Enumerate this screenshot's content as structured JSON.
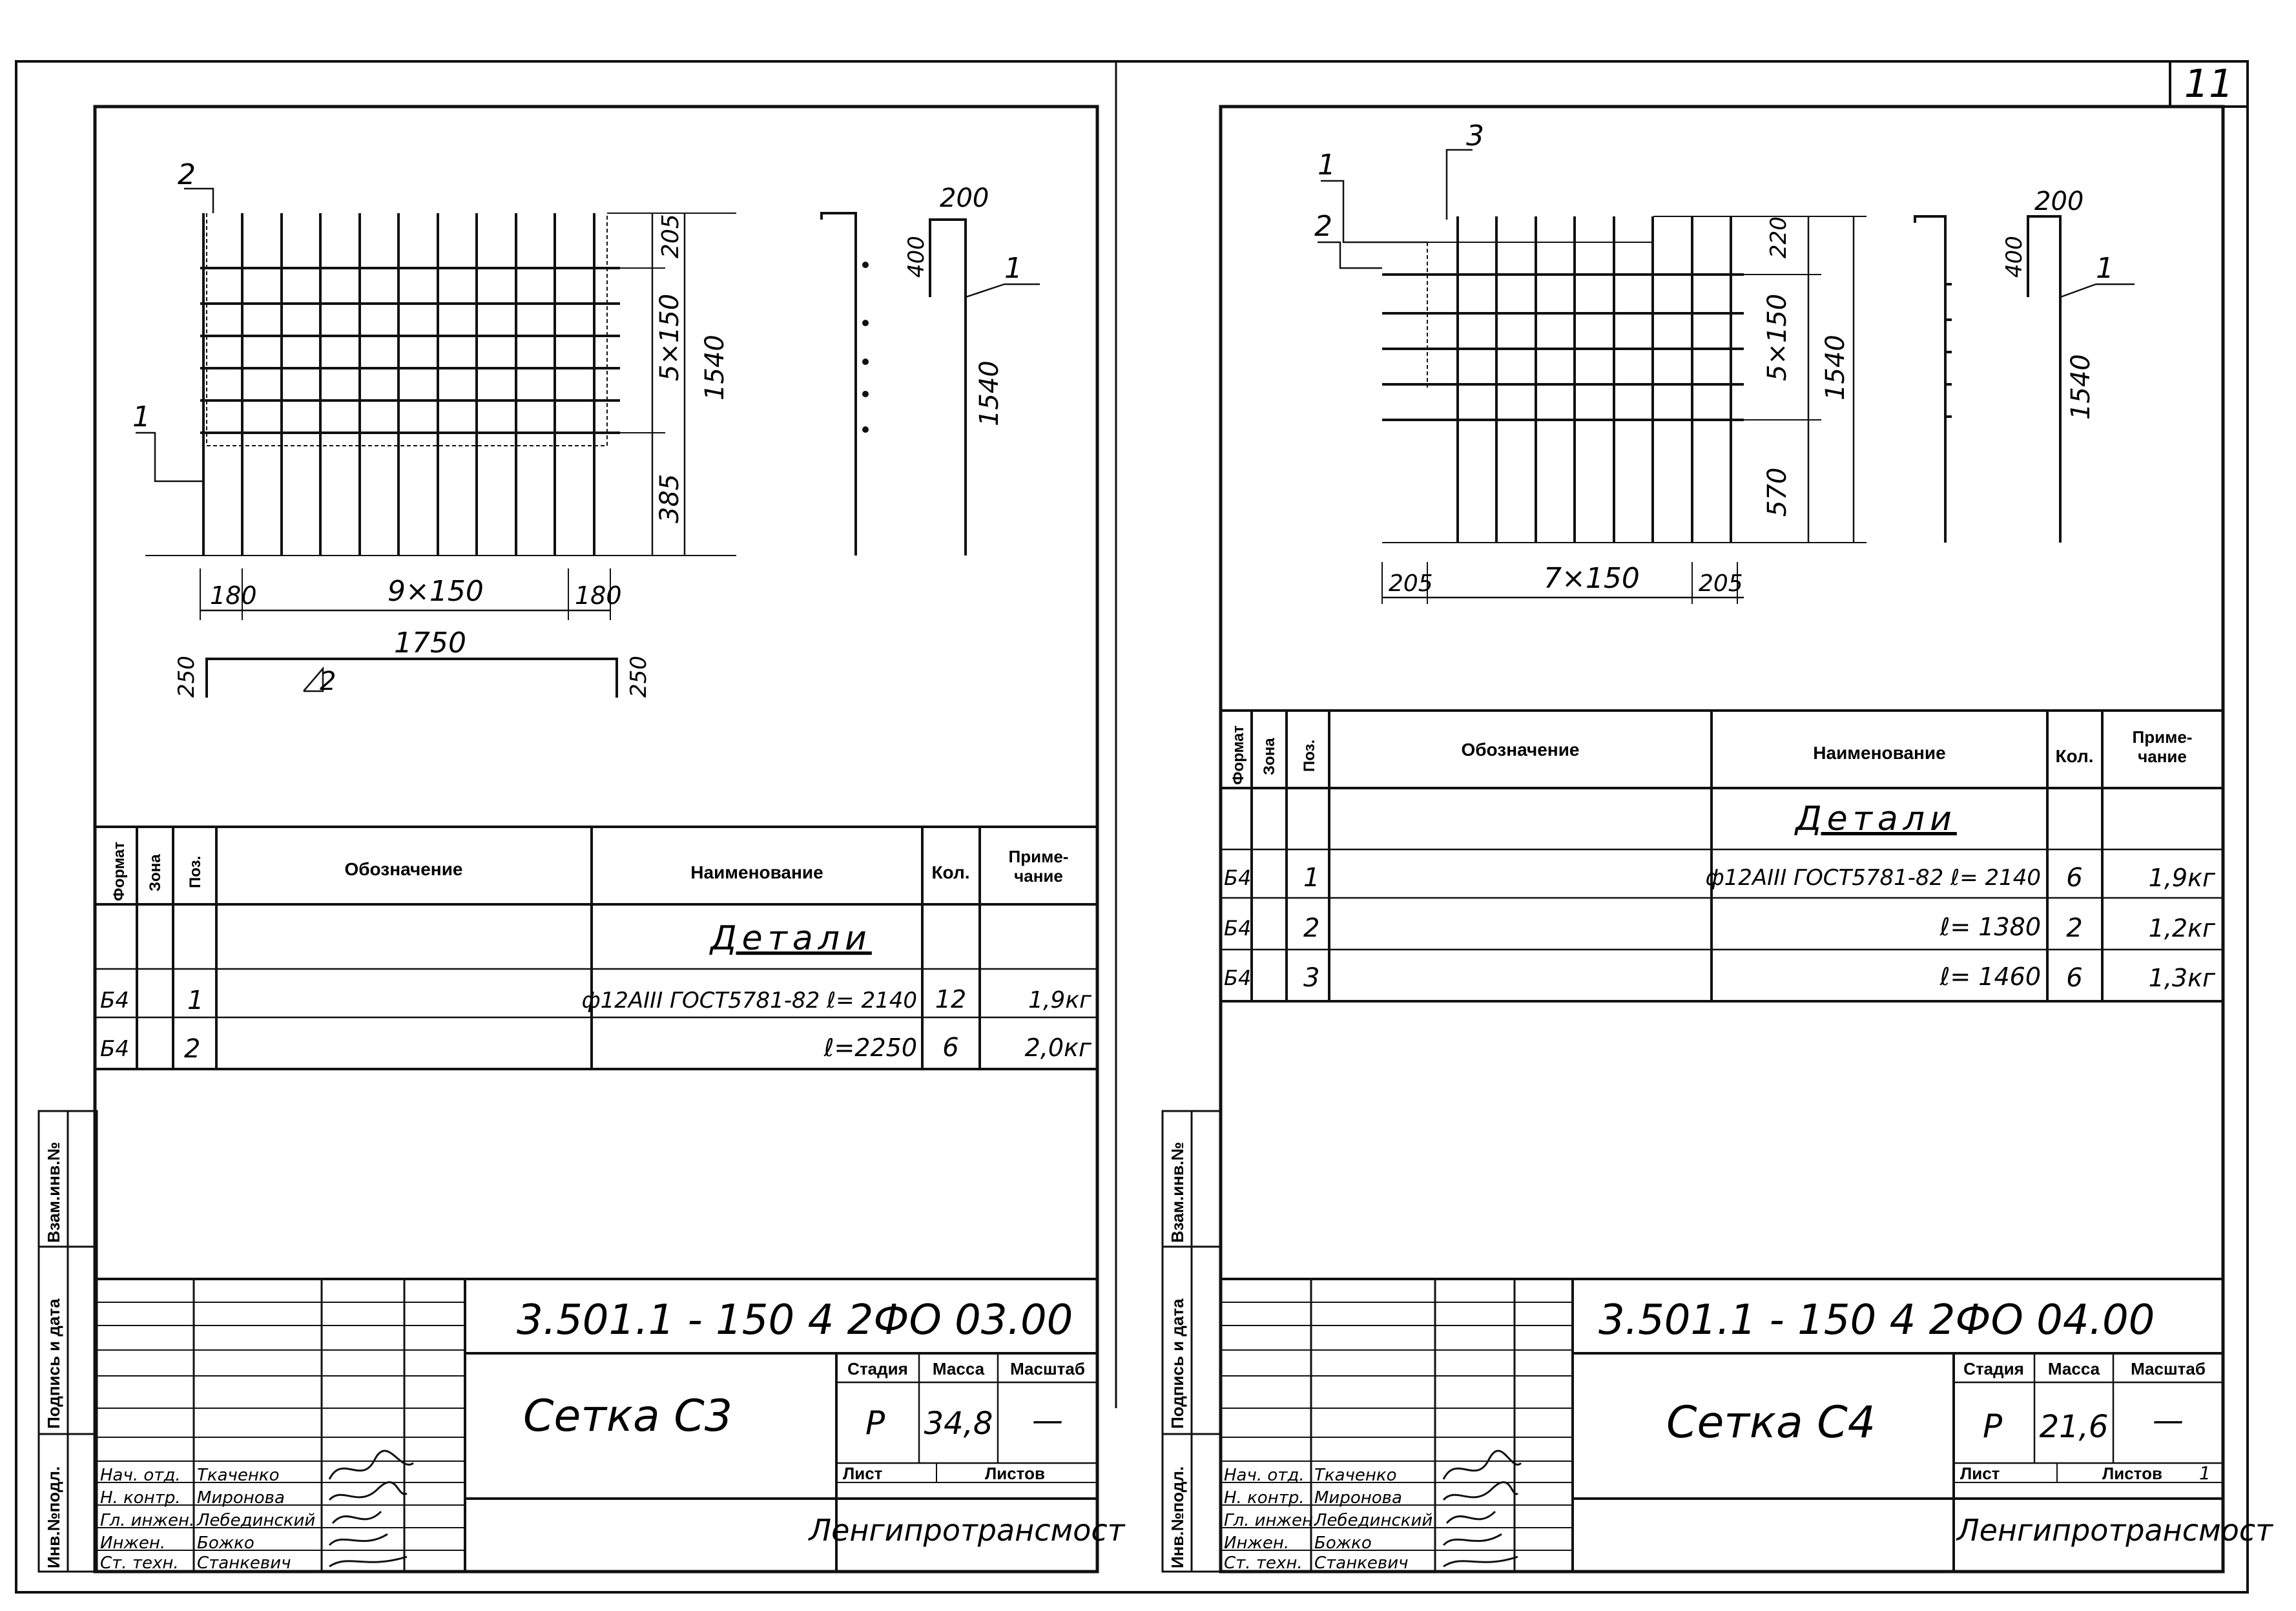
{
  "page_number": "11",
  "side_stamp": [
    "Инв.№подл.",
    "Подпись и дата",
    "Взам.инв.№"
  ],
  "spec_headers": {
    "format": "Формат",
    "zone": "Зона",
    "pos": "Поз.",
    "designation": "Обозначение",
    "name": "Наименование",
    "qty": "Кол.",
    "note_l1": "Приме-",
    "note_l2": "чание"
  },
  "title_block_labels": {
    "stage": "Стадия",
    "mass": "Масса",
    "scale": "Масштаб",
    "sheet": "Лист",
    "sheets": "Листов"
  },
  "left": {
    "drawing": {
      "callouts": [
        "2",
        "1",
        "1",
        "2"
      ],
      "dim_top_right": "205",
      "dim_mid_right": "5×150",
      "dim_low_right": "385",
      "dim_total_height": "1540",
      "dim_bottom_left": "180",
      "dim_bottom_mid": "9×150",
      "dim_bottom_right": "180",
      "side_view_dim_top": "200",
      "side_view_dim_left": "400",
      "side_view_dim_height": "1540",
      "bar2_length": "1750",
      "bar2_left_leg": "250",
      "bar2_right_leg": "250"
    },
    "spec_section": "Детали",
    "spec_rows": [
      {
        "format": "Б4",
        "pos": "1",
        "name": "ф12АIII ГОСТ5781-82 ℓ= 2140",
        "qty": "12",
        "note": "1,9кг"
      },
      {
        "format": "Б4",
        "pos": "2",
        "name": "ℓ=2250",
        "qty": "6",
        "note": "2,0кг"
      }
    ],
    "doc_code": "3.501.1 - 150 4 2ФО 03.00",
    "title": "Сетка С3",
    "stage": "Р",
    "mass": "34,8",
    "scale": "—",
    "sheets_count": "",
    "organization": "Ленгипротрансмост",
    "signatures": [
      {
        "role": "Нач. отд.",
        "name": "Ткаченко"
      },
      {
        "role": "Н. контр.",
        "name": "Миронова"
      },
      {
        "role": "Гл. инжен.",
        "name": "Лебединский"
      },
      {
        "role": "Инжен.",
        "name": "Божко"
      },
      {
        "role": "Ст. техн.",
        "name": "Станкевич"
      }
    ]
  },
  "right": {
    "drawing": {
      "callouts": [
        "1",
        "3",
        "2",
        "1"
      ],
      "dim_top_right": "220",
      "dim_mid_right": "5×150",
      "dim_low_right": "570",
      "dim_total_height": "1540",
      "dim_bottom_left": "205",
      "dim_bottom_mid": "7×150",
      "dim_bottom_right": "205",
      "side_view_dim_top": "200",
      "side_view_dim_left": "400",
      "side_view_dim_height": "1540"
    },
    "spec_section": "Детали",
    "spec_rows": [
      {
        "format": "Б4",
        "pos": "1",
        "name": "ф12АIII ГОСТ5781-82 ℓ= 2140",
        "qty": "6",
        "note": "1,9кг"
      },
      {
        "format": "Б4",
        "pos": "2",
        "name": "ℓ= 1380",
        "qty": "2",
        "note": "1,2кг"
      },
      {
        "format": "Б4",
        "pos": "3",
        "name": "ℓ= 1460",
        "qty": "6",
        "note": "1,3кг"
      }
    ],
    "doc_code": "3.501.1 - 150 4 2ФО 04.00",
    "title": "Сетка С4",
    "stage": "Р",
    "mass": "21,6",
    "scale": "—",
    "sheets_count": "1",
    "organization": "Ленгипротрансмост",
    "signatures": [
      {
        "role": "Нач. отд.",
        "name": "Ткаченко"
      },
      {
        "role": "Н. контр.",
        "name": "Миронова"
      },
      {
        "role": "Гл. инжен.",
        "name": "Лебединский"
      },
      {
        "role": "Инжен.",
        "name": "Божко"
      },
      {
        "role": "Ст. техн.",
        "name": "Станкевич"
      }
    ]
  }
}
